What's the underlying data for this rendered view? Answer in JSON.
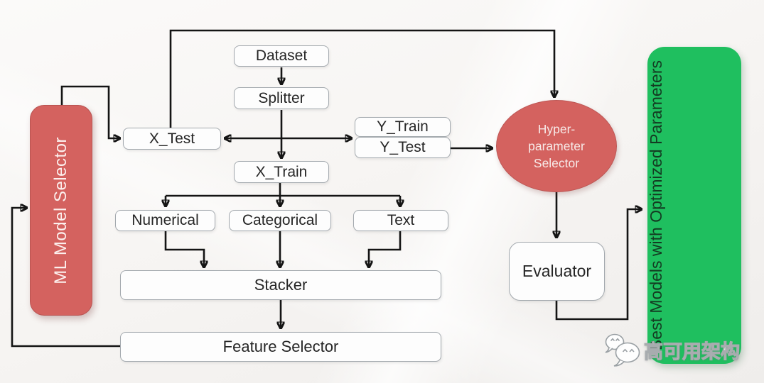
{
  "diagram": {
    "nodes": {
      "dataset": {
        "label": "Dataset"
      },
      "splitter": {
        "label": "Splitter"
      },
      "x_test": {
        "label": "X_Test"
      },
      "y_train": {
        "label": "Y_Train"
      },
      "y_test": {
        "label": "Y_Test"
      },
      "x_train": {
        "label": "X_Train"
      },
      "numerical": {
        "label": "Numerical"
      },
      "categorical": {
        "label": "Categorical"
      },
      "text": {
        "label": "Text"
      },
      "stacker": {
        "label": "Stacker"
      },
      "feature_selector": {
        "label": "Feature Selector"
      },
      "ml_model_selector": {
        "label": "ML Model Selector",
        "fill": "#d4625f",
        "text_color": "#fcf0ee"
      },
      "hyperparameter_selector": {
        "label": "Hyper-parameter Selector",
        "lines": [
          "Hyper-",
          "parameter",
          "Selector"
        ],
        "fill": "#d4625f",
        "shape": "ellipse"
      },
      "evaluator": {
        "label": "Evaluator"
      },
      "best_models": {
        "label": "Best Models with Optimized Parameters",
        "fill": "#1fbf5f",
        "text_color": "#143b22"
      }
    },
    "edges": [
      {
        "from": "x_test",
        "to": "hyperparameter_selector",
        "route": "over-the-top"
      },
      {
        "from": "dataset",
        "to": "splitter"
      },
      {
        "from": "splitter",
        "to": "x_train"
      },
      {
        "type": "double-arrow",
        "between": [
          "x_test",
          "y_train"
        ]
      },
      {
        "from": "y_test",
        "to": "hyperparameter_selector"
      },
      {
        "from": "x_train",
        "to": "numerical"
      },
      {
        "from": "x_train",
        "to": "categorical"
      },
      {
        "from": "x_train",
        "to": "text"
      },
      {
        "from": "numerical",
        "to": "stacker"
      },
      {
        "from": "categorical",
        "to": "stacker"
      },
      {
        "from": "text",
        "to": "stacker"
      },
      {
        "from": "stacker",
        "to": "feature_selector"
      },
      {
        "from": "feature_selector",
        "to": "ml_model_selector"
      },
      {
        "from": "ml_model_selector",
        "to": "x_test"
      },
      {
        "from": "hyperparameter_selector",
        "to": "evaluator"
      },
      {
        "from": "evaluator",
        "to": "best_models"
      }
    ],
    "colors": {
      "line": "#141414",
      "node_border": "#a3a9ae",
      "node_fill": "#fdfdfd",
      "accent_red": "#d4625f",
      "accent_green": "#1fbf5f",
      "background": "#f7f5f3"
    },
    "watermark": {
      "icon": "chat-bubbles-icon",
      "text": "高可用架构"
    }
  }
}
